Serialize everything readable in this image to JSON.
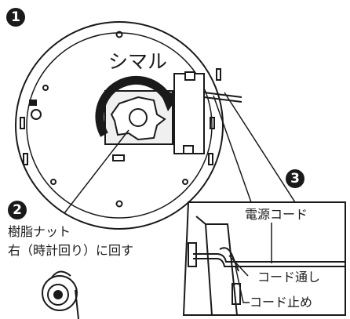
{
  "steps": [
    {
      "number": "1"
    },
    {
      "number": "2",
      "lines": [
        "樹脂ナット",
        "右（時計回り）に回す"
      ]
    },
    {
      "number": "3"
    }
  ],
  "rotation_label": "シマル",
  "inset_labels": {
    "power_cord": "電源コード",
    "cord_guide": "コード通し",
    "cord_stopper": "コード止め"
  },
  "colors": {
    "ink": "#1a1a1a",
    "paper": "#ffffff",
    "fill_light": "#f0f0f0"
  }
}
